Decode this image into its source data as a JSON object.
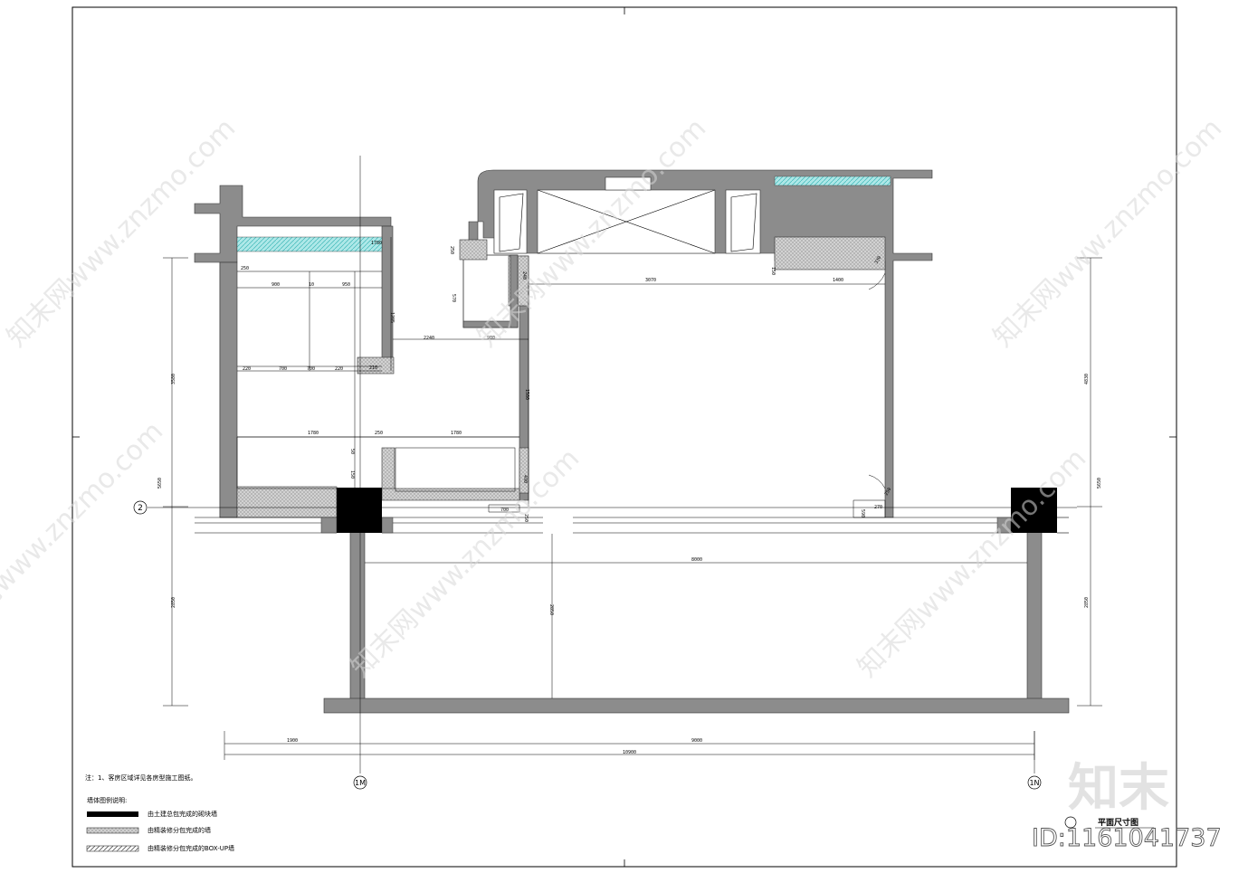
{
  "drawing": {
    "title": "平面尺寸图",
    "grid_labels": {
      "row": "2",
      "col_left": "1M",
      "col_right": "1N"
    },
    "dimensions": {
      "left_vertical": [
        "3580",
        "5650",
        "2850"
      ],
      "right_vertical": [
        "4830",
        "5650",
        "2850"
      ],
      "bottom": [
        "1900",
        "9000",
        "10900"
      ],
      "interior": [
        "250",
        "900",
        "10",
        "950",
        "1780",
        "1285",
        "220",
        "700",
        "700",
        "220",
        "210",
        "2240",
        "900",
        "3070",
        "1400",
        "1580",
        "1780",
        "1780",
        "250",
        "50",
        "150",
        "490",
        "700",
        "250",
        "250",
        "570",
        "240",
        "330",
        "590",
        "270",
        "250",
        "8000",
        "2850",
        "150"
      ]
    }
  },
  "notes": {
    "note_1": "注：1、客房区域详见各房型施工图纸。",
    "legend_title": "墙体图例说明:",
    "legend": [
      {
        "label": "由土建总包完成的砌块墙",
        "pattern": "solid",
        "color": "#000000"
      },
      {
        "label": "由精装修分包完成的墙",
        "pattern": "crosshatch",
        "color": "#444444"
      },
      {
        "label": "由精装修分包完成的BOX-UP墙",
        "pattern": "hatch",
        "color": "#777777"
      }
    ]
  },
  "watermark": {
    "text": "知末网www.znzmo.com",
    "brand": "知末",
    "id": "ID:1161041737"
  },
  "colors": {
    "wall": "#8c8c8c",
    "column": "#000000",
    "glass": "#7fd8d8",
    "infill": "#d6d6d6"
  }
}
